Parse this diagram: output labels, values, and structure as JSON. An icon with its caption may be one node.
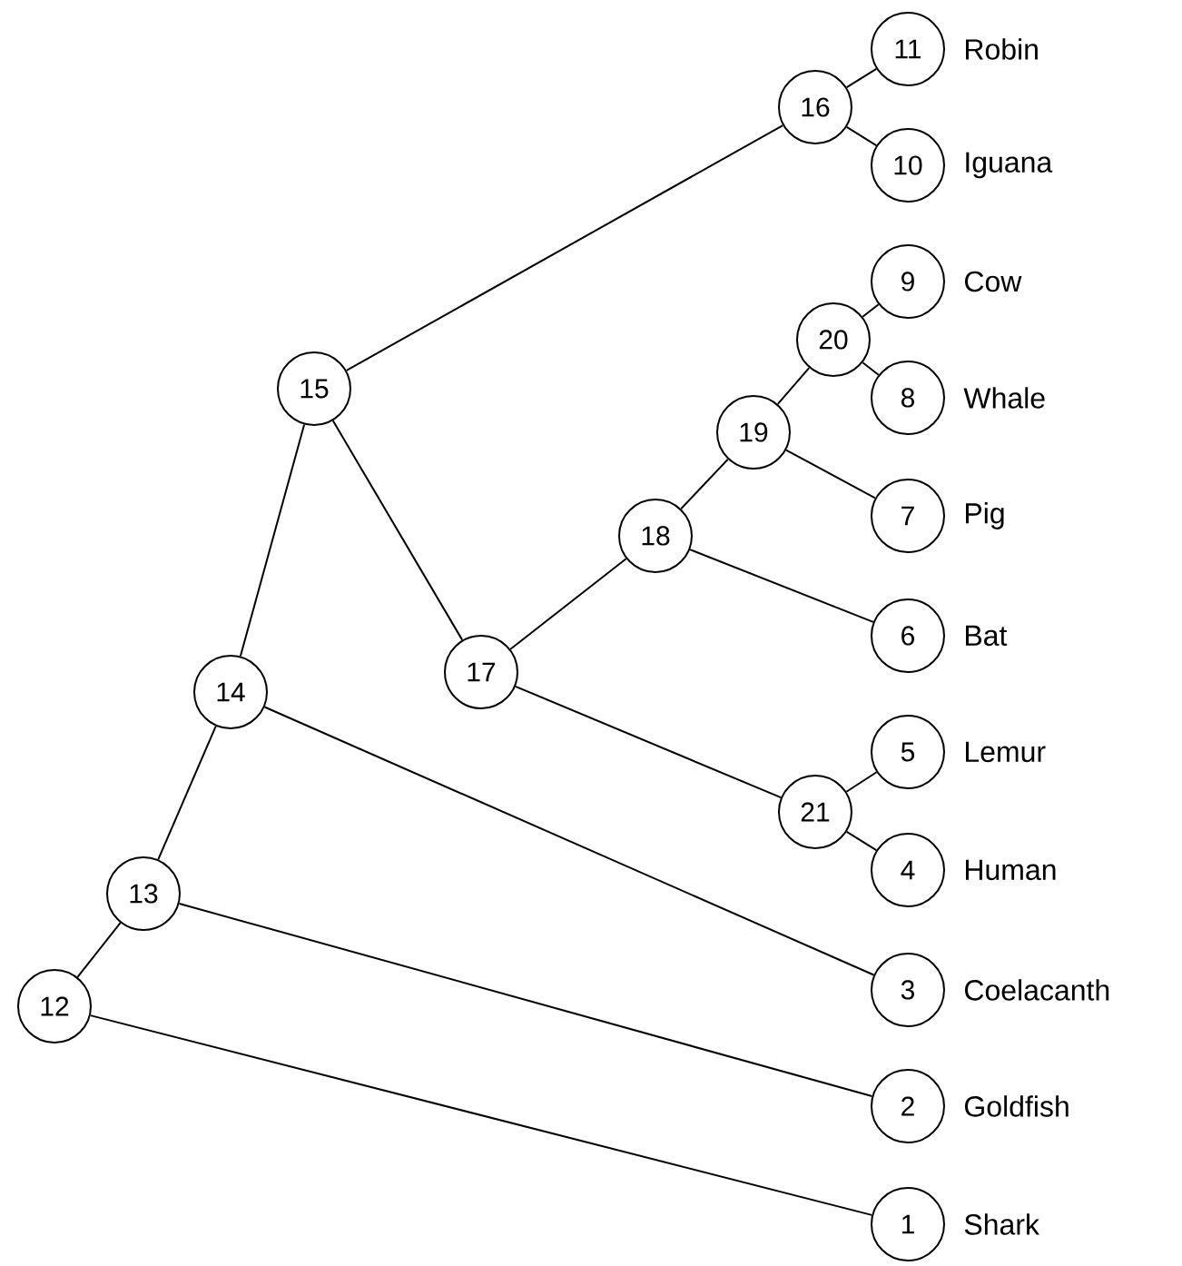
{
  "diagram": {
    "nodes": [
      {
        "text": [
          "1"
        ],
        "beside": [
          "Shark"
        ]
      },
      {
        "text": [
          "2"
        ],
        "beside": [
          "Goldfish"
        ]
      },
      {
        "text": [
          "3"
        ],
        "beside": [
          "Coelacanth"
        ]
      },
      {
        "text": [
          "4"
        ],
        "beside": [
          "Human"
        ]
      },
      {
        "text": [
          "5"
        ],
        "beside": [
          "Lemur"
        ]
      },
      {
        "text": [
          "6"
        ],
        "beside": [
          "Bat"
        ]
      },
      {
        "text": [
          "7"
        ],
        "beside": [
          "Pig"
        ]
      },
      {
        "text": [
          "8"
        ],
        "beside": [
          "Whale"
        ]
      },
      {
        "text": [
          "9"
        ],
        "beside": [
          "Cow"
        ]
      },
      {
        "text": [
          "10"
        ],
        "beside": [
          "Iguana"
        ]
      },
      {
        "text": [
          "11"
        ],
        "beside": [
          "Robin"
        ]
      },
      {
        "text": [
          "12"
        ]
      },
      {
        "text": [
          "13"
        ]
      },
      {
        "text": [
          "14"
        ]
      },
      {
        "text": [
          "15"
        ]
      },
      {
        "text": [
          "16"
        ]
      },
      {
        "text": [
          "17"
        ]
      },
      {
        "text": [
          "18"
        ]
      },
      {
        "text": [
          "19"
        ]
      },
      {
        "text": [
          "20"
        ]
      },
      {
        "text": [
          "21"
        ]
      }
    ],
    "edges": [
      {
        "from": 11,
        "to": 0,
        "arrow": "none"
      },
      {
        "from": 11,
        "to": 12,
        "arrow": "none"
      },
      {
        "from": 12,
        "to": 1,
        "arrow": "none"
      },
      {
        "from": 12,
        "to": 13,
        "arrow": "none"
      },
      {
        "from": 13,
        "to": 2,
        "arrow": "none"
      },
      {
        "from": 13,
        "to": 14,
        "arrow": "none"
      },
      {
        "from": 14,
        "to": 15,
        "arrow": "none"
      },
      {
        "from": 14,
        "to": 16,
        "arrow": "none"
      },
      {
        "from": 15,
        "to": 10,
        "arrow": "none"
      },
      {
        "from": 15,
        "to": 9,
        "arrow": "none"
      },
      {
        "from": 16,
        "to": 17,
        "arrow": "none"
      },
      {
        "from": 16,
        "to": 20,
        "arrow": "none"
      },
      {
        "from": 17,
        "to": 5,
        "arrow": "none"
      },
      {
        "from": 17,
        "to": 18,
        "arrow": "none"
      },
      {
        "from": 18,
        "to": 6,
        "arrow": "none"
      },
      {
        "from": 18,
        "to": 19,
        "arrow": "none"
      },
      {
        "from": 19,
        "to": 8,
        "arrow": "none"
      },
      {
        "from": 19,
        "to": 7,
        "arrow": "none"
      },
      {
        "from": 20,
        "to": 4,
        "arrow": "none"
      },
      {
        "from": 20,
        "to": 3,
        "arrow": "none"
      }
    ]
  }
}
